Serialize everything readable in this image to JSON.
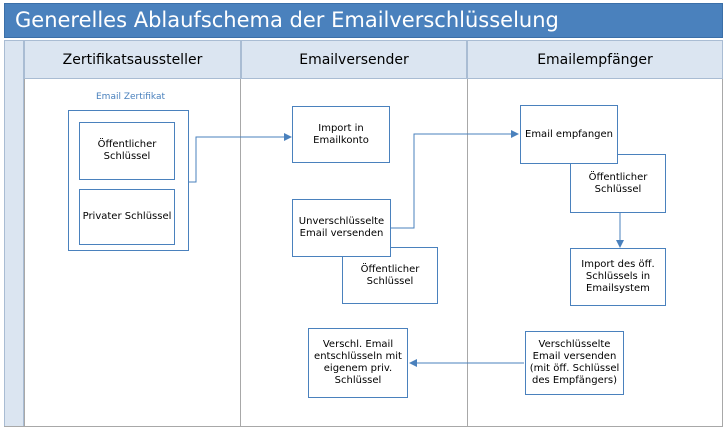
{
  "title": "Generelles Ablaufschema der Emailverschlüsselung",
  "lanes": [
    {
      "label": "Zertifikatsaussteller"
    },
    {
      "label": "Emailversender"
    },
    {
      "label": "Emailempfänger"
    }
  ],
  "cert_group_label": "Email Zertifikat",
  "boxes": {
    "issuer_public_key": "Öffentlicher\nSchlüssel",
    "issuer_private_key": "Privater Schlüssel",
    "import_account": "Import in\nEmailkonto",
    "send_unencrypted": "Unverschlüsselte\nEmail versenden",
    "sender_public_key": "Öffentlicher\nSchlüssel",
    "decrypt": "Verschl. Email\nentschlüsseln mit\neigenem priv.\nSchlüssel",
    "receive": "Email empfangen",
    "receiver_public_key": "Öffentlicher\nSchlüssel",
    "import_pubkey": "Import des öff.\nSchlüssels in\nEmailsystem",
    "send_encrypted": "Verschlüsselte\nEmail versenden\n(mit öff. Schlüssel\ndes Empfängers)"
  },
  "colors": {
    "accent": "#4a81bd",
    "lane_header": "#dbe5f1",
    "arrow": "#4a81bd"
  }
}
